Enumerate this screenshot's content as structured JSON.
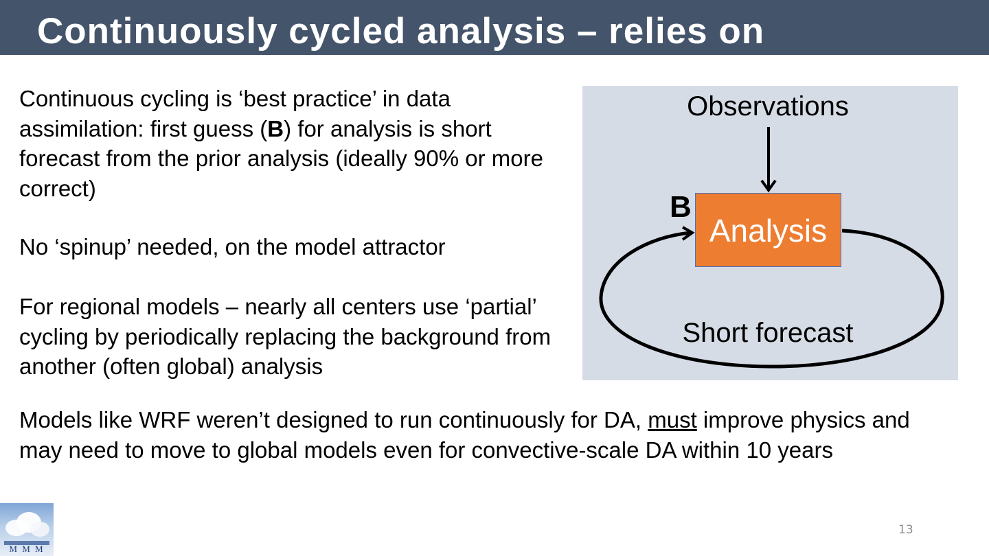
{
  "slide": {
    "title": "Continuously cycled analysis – relies on",
    "paragraphs": {
      "p1_a": "Continuous cycling is ‘best practice’ in data assimilation: first guess (",
      "p1_b": "B",
      "p1_c": ") for analysis is short forecast from the prior analysis (ideally 90% or more correct)",
      "p2": "No ‘spinup’ needed, on the model attractor",
      "p3": "For regional models – nearly all centers use ‘partial’ cycling by periodically replacing the background from another (often global) analysis",
      "p4_a": "Models like WRF weren’t designed to run continuously for DA, ",
      "p4_b": "must",
      "p4_c": " improve physics and may need to move to global models even for convective-scale DA within 10 years"
    },
    "diagram": {
      "observations": "Observations",
      "analysis": "Analysis",
      "b_label": "B",
      "short_forecast": "Short forecast",
      "colors": {
        "panel": "#d6dce5",
        "analysis_box": "#ed7d31",
        "analysis_border": "#4472c4"
      }
    },
    "logo": {
      "icon": "mmm-laboratory-logo",
      "text": "M M M"
    },
    "page_number": "13",
    "colors": {
      "header": "#44546a"
    }
  }
}
